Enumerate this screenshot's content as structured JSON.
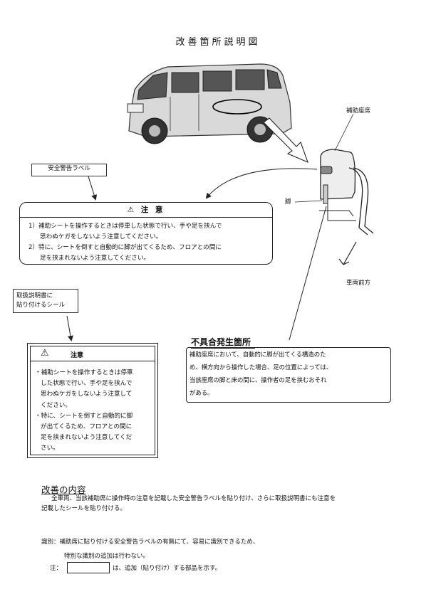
{
  "title": "改善箇所説明図",
  "labels": {
    "safety_label": "安全警告ラベル",
    "manual_seal_line1": "取扱説明書に",
    "manual_seal_line2": "貼り付けるシール",
    "aux_seat": "補助座席",
    "leg": "脚",
    "vehicle_front": "車両前方"
  },
  "warning_label": {
    "heading": "注 意",
    "line1": "1）補助シートを操作するときは停車した状態で行い、手や足を挟んで",
    "line2": "思わぬケガをしないよう注意してください。",
    "line3": "2）特に、シートを倒すと自動的に脚が出てくるため、フロアとの間に",
    "line4": "足を挟まれないよう注意してください。"
  },
  "manual_seal": {
    "heading": "注意",
    "lines": [
      "・補助シートを操作するときは停車",
      "した状態で行い、手や足を挟んで",
      "思わぬケガをしないよう注意して",
      "ください。",
      "・特に、シートを倒すと自動的に脚",
      "が出てくるため、フロアとの間に",
      "足を挟まれないよう注意してくだ",
      "さい。"
    ]
  },
  "defect": {
    "heading": "不具合発生箇所",
    "lines": [
      "補助座席において、自動的に脚が出てくる構造のた",
      "め、横方向から操作した場合、足の位置によっては、",
      "当該座席の脚と床の間に、操作者の足を挟むおそれ",
      "がある。"
    ]
  },
  "improvement": {
    "heading": "改善の内容",
    "line1": "全車両、当該補助席に操作時の注意を記載した安全警告ラベルを貼り付け、さらに取扱説明書にも注意を",
    "line2": "記載したシールを貼り付ける。"
  },
  "identification": {
    "line1": "識別：補助席に貼り付ける安全警告ラベルの有無にて、容易に識別できるため、",
    "line2": "特別な識別の追加は行わない。"
  },
  "note": {
    "prefix": "注：",
    "text": "は、追加（貼り付け）する部品を示す。"
  }
}
